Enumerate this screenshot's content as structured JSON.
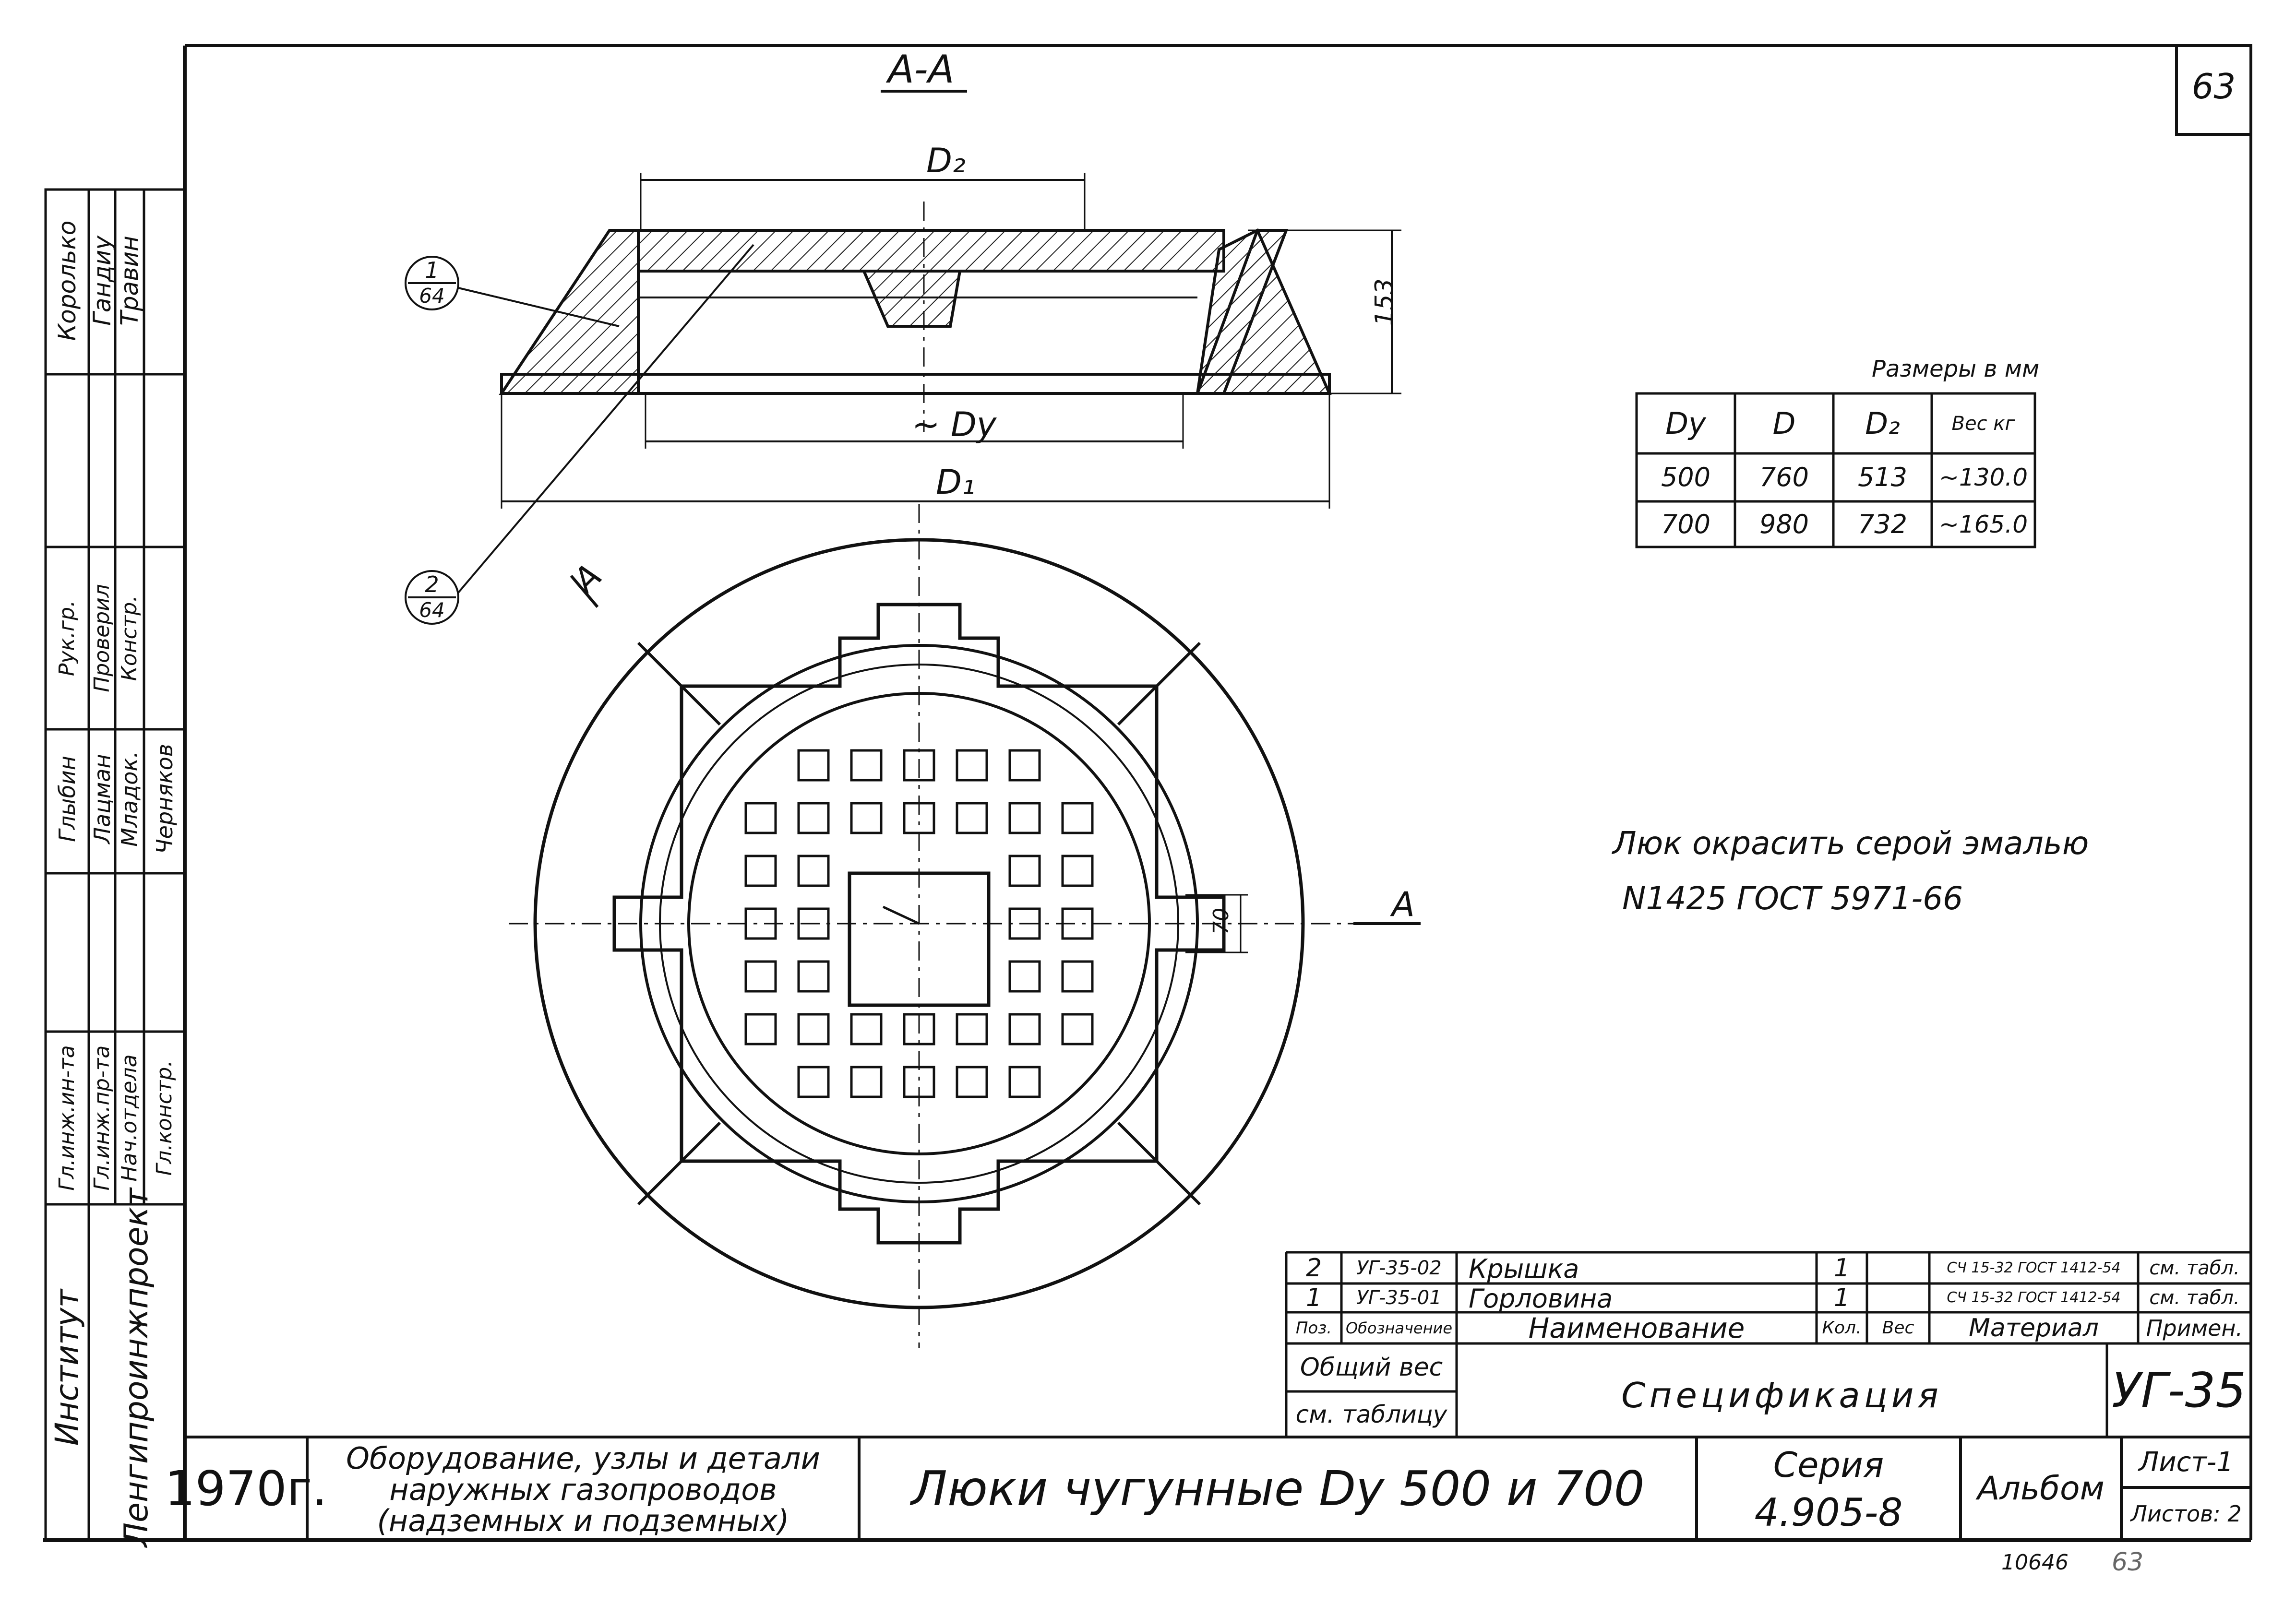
{
  "page_number": "63",
  "section_label": "А-А",
  "dimensions": {
    "d2": "D₂",
    "dy": "~ Dу",
    "d1": "D₁",
    "height": "153",
    "rib": "70"
  },
  "callouts": [
    {
      "num": "1",
      "sheet": "64"
    },
    {
      "num": "2",
      "sheet": "64"
    }
  ],
  "cut_marks": {
    "left": "А",
    "right": "А"
  },
  "size_table": {
    "caption": "Размеры в мм",
    "headers": [
      "Dу",
      "D",
      "D₂",
      "Вес кг"
    ],
    "rows": [
      [
        "500",
        "760",
        "513",
        "~130.0"
      ],
      [
        "700",
        "980",
        "732",
        "~165.0"
      ]
    ]
  },
  "note": {
    "line1": "Люк окрасить серой эмалью",
    "line2": "N1425 ГОСТ 5971-66"
  },
  "spec_table": {
    "rows": [
      {
        "pos": "2",
        "designation": "УГ-35-02",
        "name": "Крышка",
        "qty": "1",
        "weight": "",
        "material": "СЧ 15-32 ГОСТ 1412-54",
        "usage": "см. табл."
      },
      {
        "pos": "1",
        "designation": "УГ-35-01",
        "name": "Горловина",
        "qty": "1",
        "weight": "",
        "material": "СЧ 15-32 ГОСТ 1412-54",
        "usage": "см. табл."
      }
    ],
    "headers": {
      "pos": "Поз.",
      "designation": "Обозначение",
      "name": "Наименование",
      "qty": "Кол.",
      "weight": "Вес",
      "material": "Материал",
      "usage": "Примен."
    },
    "total_weight_1": "Общий вес",
    "total_weight_2": "см. таблицу",
    "title": "Спецификация",
    "code": "УГ-35"
  },
  "title_block": {
    "year": "1970г.",
    "group_line1": "Оборудование, узлы и детали",
    "group_line2": "наружных газопроводов",
    "group_line3": "(надземных и подземных)",
    "title": "Люки чугунные Dу 500 и 700",
    "series_label": "Серия",
    "series": "4.905-8",
    "album": "Альбом",
    "sheet": "Лист-1",
    "sheets": "Листов: 2",
    "archive_number": "10646",
    "archive_suffix": "63"
  },
  "institute": {
    "label": "Институт",
    "name": "Ленгипроинжпроект"
  },
  "stamp": {
    "roles": [
      "Гл.инж.ин-та",
      "Гл.инж.пр-та",
      "Нач.отдела",
      "Гл.констр.",
      "Рук.гр.",
      "Проверил",
      "Констр."
    ],
    "names": [
      "Глыбин",
      "Лацман",
      "Младок.",
      "Черняков",
      "Королько",
      "Гандиу",
      "Травин"
    ]
  }
}
